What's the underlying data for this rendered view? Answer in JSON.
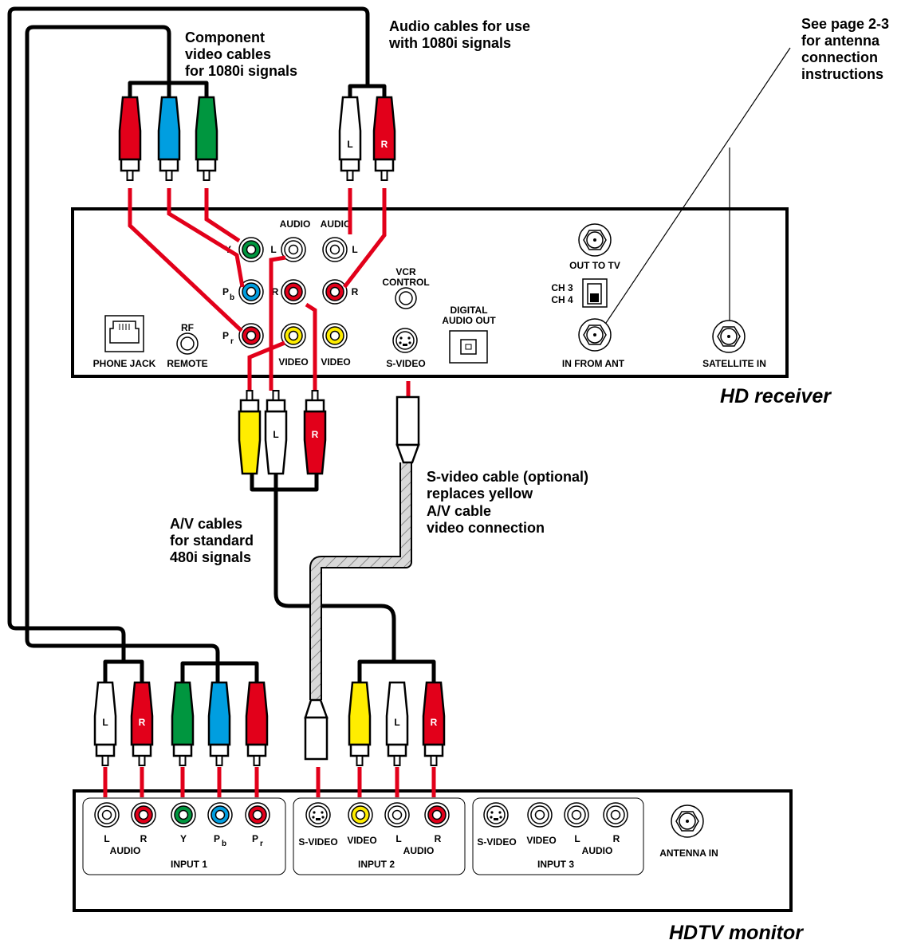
{
  "notes": {
    "component_line1": "Component",
    "component_line2": "video cables",
    "component_line3": "for 1080i signals",
    "audio_line1": "Audio cables for use",
    "audio_line2": "with 1080i signals",
    "antenna_line1": "See page 2-3",
    "antenna_line2": "for antenna",
    "antenna_line3": "connection",
    "antenna_line4": "instructions",
    "av_line1": "A/V cables",
    "av_line2": "for standard",
    "av_line3": "480i signals",
    "svideo_line1": "S-video cable (optional)",
    "svideo_line2": "replaces yellow",
    "svideo_line3": "A/V cable",
    "svideo_line4": "video connection"
  },
  "receiver": {
    "title": "HD receiver",
    "phone_jack": "PHONE JACK",
    "rf": "RF",
    "remote": "REMOTE",
    "y": "Y",
    "pb": "P",
    "pb_sub": "b",
    "pr": "P",
    "pr_sub": "r",
    "audio": "AUDIO",
    "l": "L",
    "r": "R",
    "video": "VIDEO",
    "vcr_line1": "VCR",
    "vcr_line2": "CONTROL",
    "svideo": "S-VIDEO",
    "digital_line1": "DIGITAL",
    "digital_line2": "AUDIO OUT",
    "out_to_tv": "OUT TO TV",
    "ch3": "CH 3",
    "ch4": "CH 4",
    "in_from_ant": "IN FROM ANT",
    "satellite_in": "SATELLITE IN"
  },
  "monitor": {
    "title": "HDTV monitor",
    "l": "L",
    "r": "R",
    "y": "Y",
    "p": "P",
    "b": "b",
    "rr": "r",
    "audio": "AUDIO",
    "input1": "INPUT 1",
    "input2": "INPUT 2",
    "input3": "INPUT 3",
    "svideo": "S-VIDEO",
    "video": "VIDEO",
    "antenna_in": "ANTENNA IN"
  },
  "plug_letters": {
    "l": "L",
    "r": "R"
  },
  "colors": {
    "red": "#e2001a",
    "blue": "#009ee0",
    "green": "#00963f",
    "yellow": "#ffed00",
    "white": "#ffffff",
    "wire": "#000000",
    "jumper": "#e2001a",
    "svideo_cable": "#d9d9d9"
  }
}
